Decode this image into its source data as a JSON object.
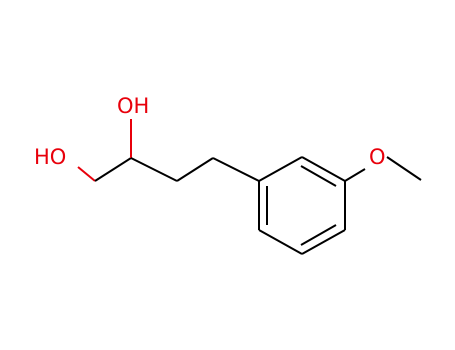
{
  "molecule": {
    "atoms": {
      "oh_secondary": "OH",
      "oh_primary": "HO",
      "o_methoxy": "O"
    }
  },
  "colors": {
    "bond": "#000000",
    "heteroatom_oxygen": "#e8000b",
    "background": "#ffffff"
  }
}
